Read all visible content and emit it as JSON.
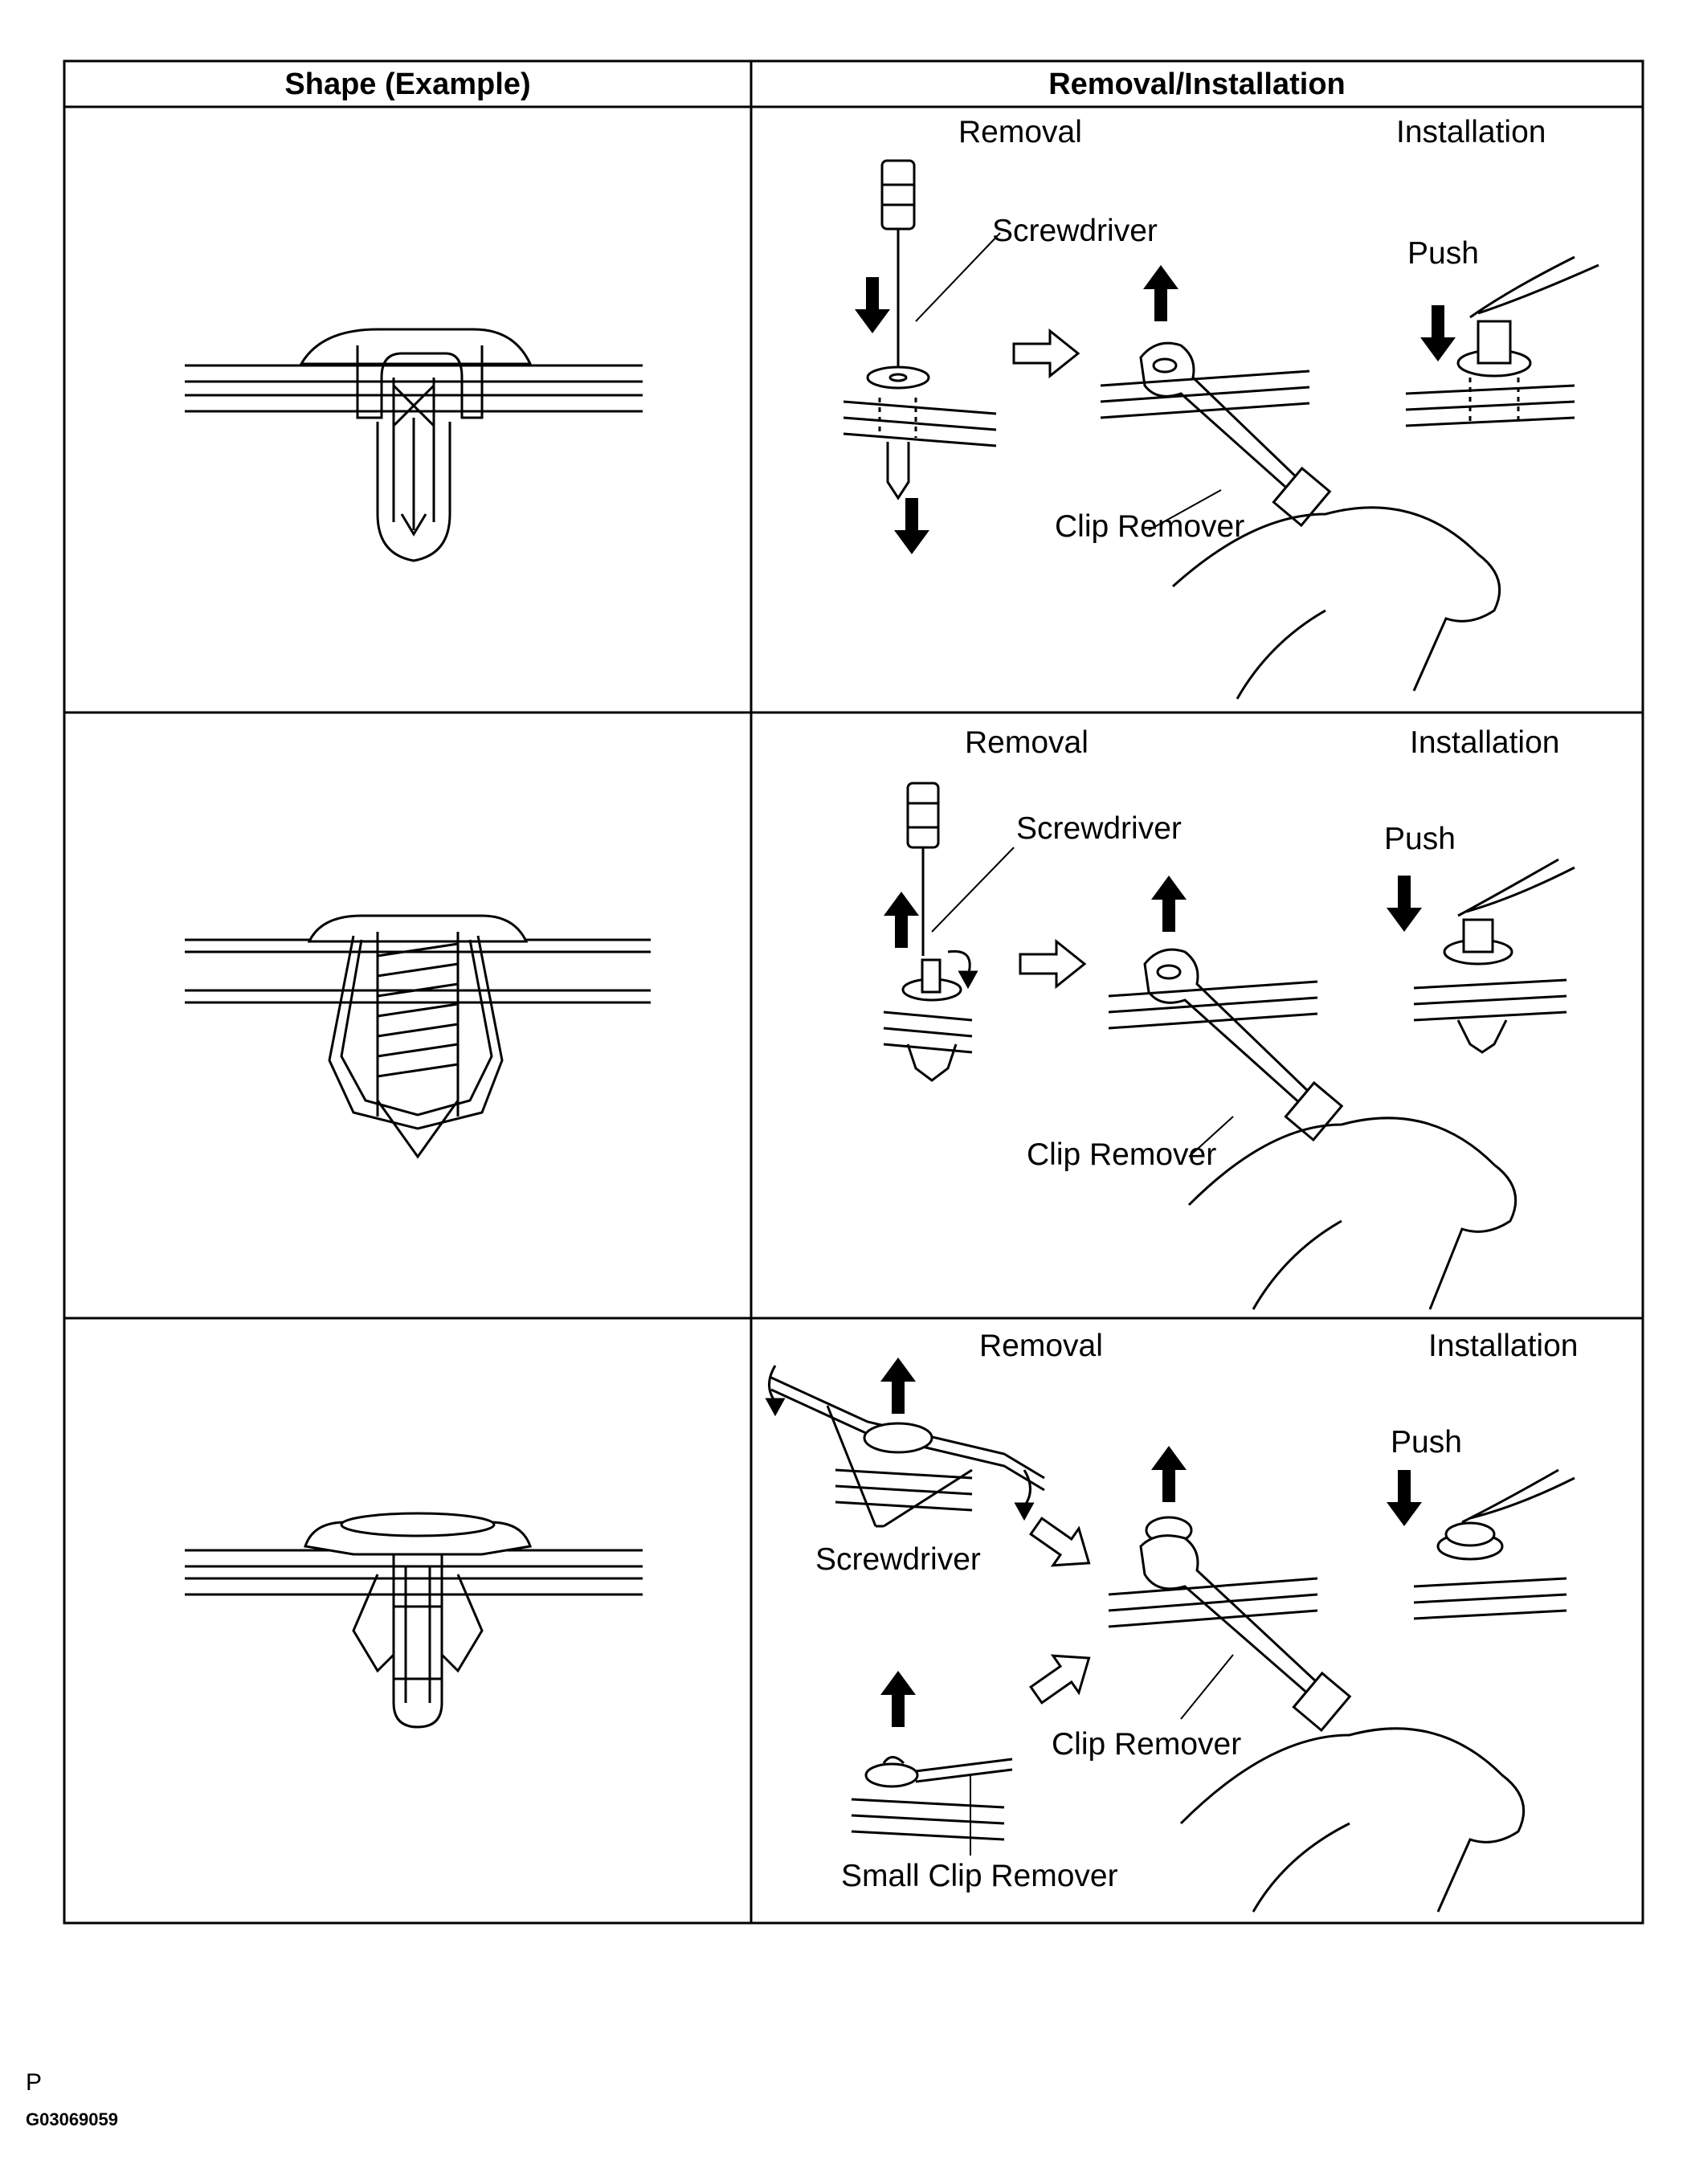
{
  "table": {
    "headers": [
      "Shape (Example)",
      "Removal/Installation"
    ],
    "rows": [
      {
        "removal_label": "Removal",
        "installation_label": "Installation",
        "screwdriver_label": "Screwdriver",
        "clip_remover_label": "Clip Remover",
        "push_label": "Push"
      },
      {
        "removal_label": "Removal",
        "installation_label": "Installation",
        "screwdriver_label": "Screwdriver",
        "clip_remover_label": "Clip Remover",
        "push_label": "Push"
      },
      {
        "removal_label": "Removal",
        "installation_label": "Installation",
        "screwdriver_label": "Screwdriver",
        "clip_remover_label": "Clip Remover",
        "small_clip_remover_label": "Small Clip Remover",
        "push_label": "Push"
      }
    ]
  },
  "footer": {
    "page_letter": "P",
    "figure_id": "G03069059"
  }
}
